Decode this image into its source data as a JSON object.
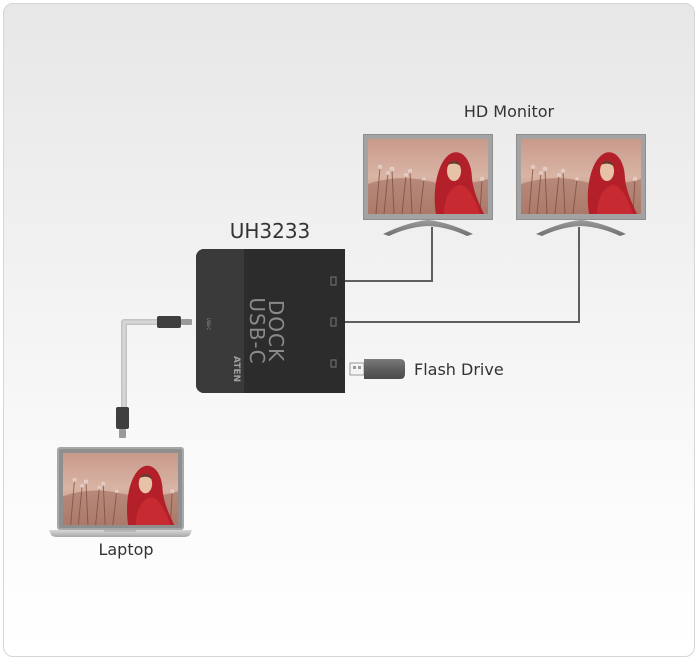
{
  "labels": {
    "hd_monitor": "HD Monitor",
    "dock_model": "UH3233",
    "flash_drive": "Flash Drive",
    "laptop": "Laptop"
  },
  "dock": {
    "brand": "ATEN",
    "face_line1": "USB-C",
    "face_line2": "DOCK",
    "port_label": "USB-C"
  }
}
